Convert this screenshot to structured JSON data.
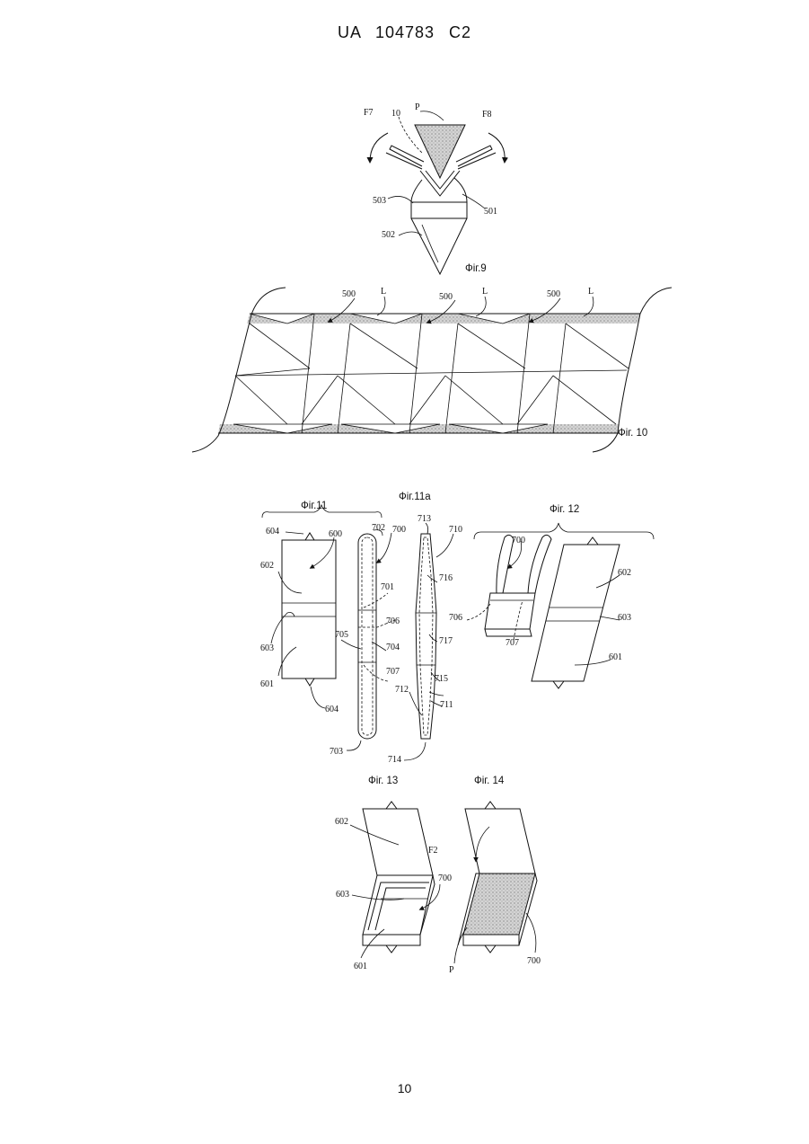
{
  "header": "UA   104783   C2",
  "page_number": "10",
  "fig9": {
    "caption": "Фіг.9",
    "labels": [
      "F7",
      "P",
      "F8",
      "10",
      "503",
      "501",
      "502"
    ]
  },
  "fig10": {
    "caption": "Фіг. 10",
    "labels": [
      "500",
      "L",
      "500",
      "L",
      "500",
      "L"
    ]
  },
  "fig11": {
    "caption": "Фіг.11",
    "labels": [
      "604",
      "600",
      "602",
      "603",
      "601",
      "604"
    ]
  },
  "fig11a": {
    "caption": "Фіг.11a",
    "labels": [
      "702",
      "700",
      "701",
      "706",
      "705",
      "704",
      "707",
      "703",
      "713",
      "710",
      "716",
      "717",
      "715",
      "712",
      "711",
      "714"
    ]
  },
  "fig12": {
    "caption": "Фіг. 12",
    "labels": [
      "700",
      "706",
      "707",
      "602",
      "603",
      "601"
    ]
  },
  "fig13": {
    "caption": "Фіг. 13",
    "labels": [
      "602",
      "700",
      "603",
      "601"
    ]
  },
  "fig14": {
    "caption": "Фіг. 14",
    "labels": [
      "F2",
      "P",
      "700"
    ]
  }
}
